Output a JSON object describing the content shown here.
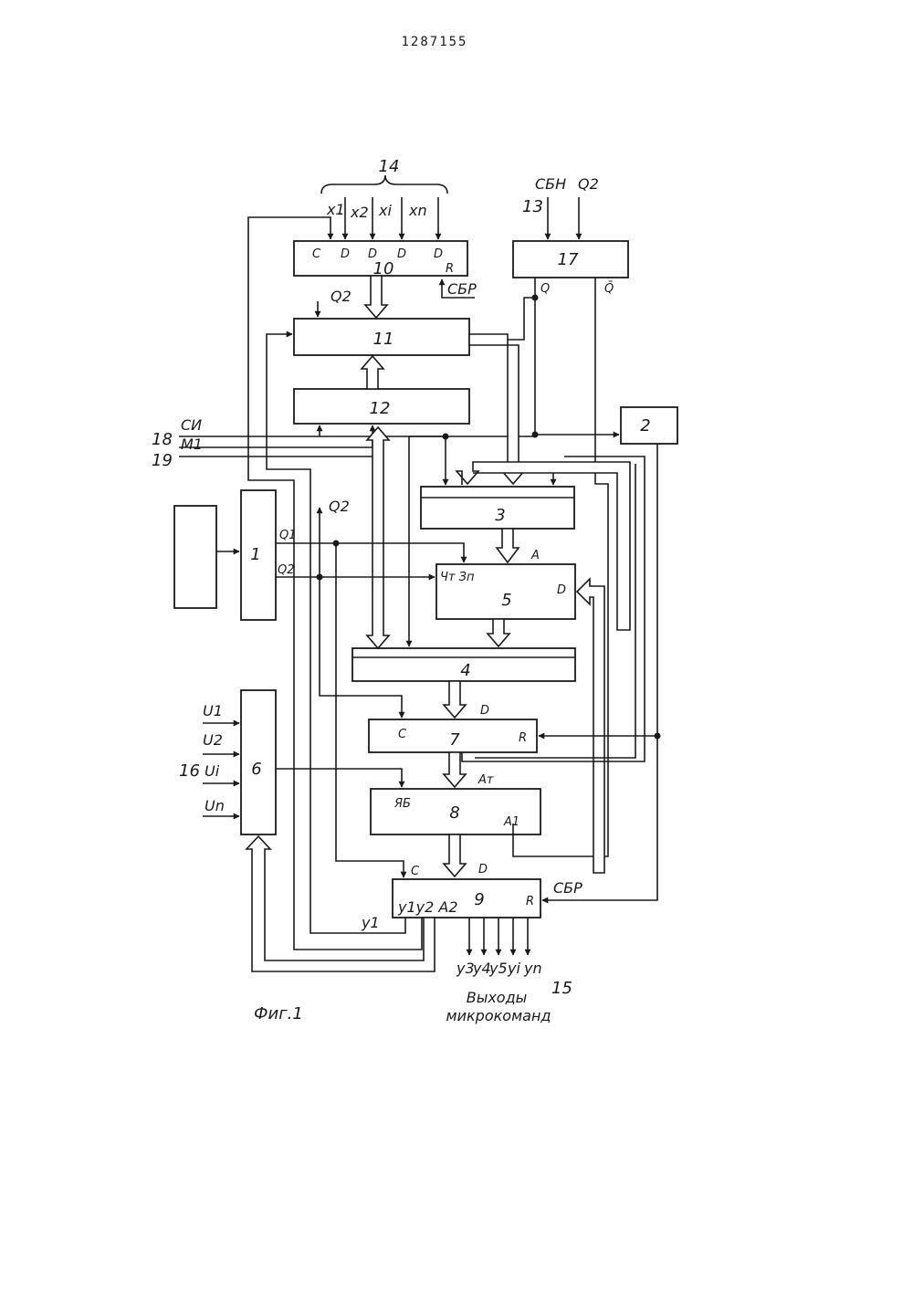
{
  "page_number": "1287155",
  "figure_caption": "Фиг.1",
  "outputs_caption_line1": "Выходы",
  "outputs_caption_line2": "микрокоманд",
  "refs": {
    "r14": "14",
    "r13": "13",
    "r16": "16",
    "r18": "18",
    "r19": "19",
    "r15": "15"
  },
  "blocks": {
    "b1": "1",
    "b2": "2",
    "b3": "3",
    "b4": "4",
    "b5": "5",
    "b6": "6",
    "b7": "7",
    "b8": "8",
    "b9": "9",
    "b10": "10",
    "b11": "11",
    "b12": "12",
    "b17": "17"
  },
  "signals": {
    "x1": "x1",
    "x2": "x2",
    "xi": "xi",
    "xn": "xn",
    "sbn": "СБН",
    "q2_top": "Q2",
    "q": "Q",
    "qbar": "Q̄",
    "sbr1": "СБР",
    "q2_11": "Q2",
    "ci": "СИ",
    "m1": "M1",
    "q2_mid": "Q2",
    "q1": "Q1",
    "q2_gen": "Q2",
    "u1": "U1",
    "u2": "U2",
    "ui": "Ui",
    "un": "Un",
    "y1": "y1",
    "y1y2a2": "y1y2 A2",
    "y3": "y3",
    "y4": "y4",
    "y5": "y5",
    "yi": "yi",
    "yn": "yn",
    "sbr2": "СБР"
  },
  "ports": {
    "p10_c": "C",
    "p10_d1": "D",
    "p10_d2": "D",
    "p10_d3": "D",
    "p10_d4": "D",
    "p10_r": "R",
    "p3_a": "A",
    "p5_rdwr": "Чт Зп",
    "p5_d": "D",
    "p7_d": "D",
    "p7_c": "C",
    "p7_r": "R",
    "p8_at": "Aт",
    "p8_yb": "ЯБ",
    "p8_a1": "A1",
    "p9_d": "D",
    "p9_c": "C",
    "p9_r": "R"
  }
}
